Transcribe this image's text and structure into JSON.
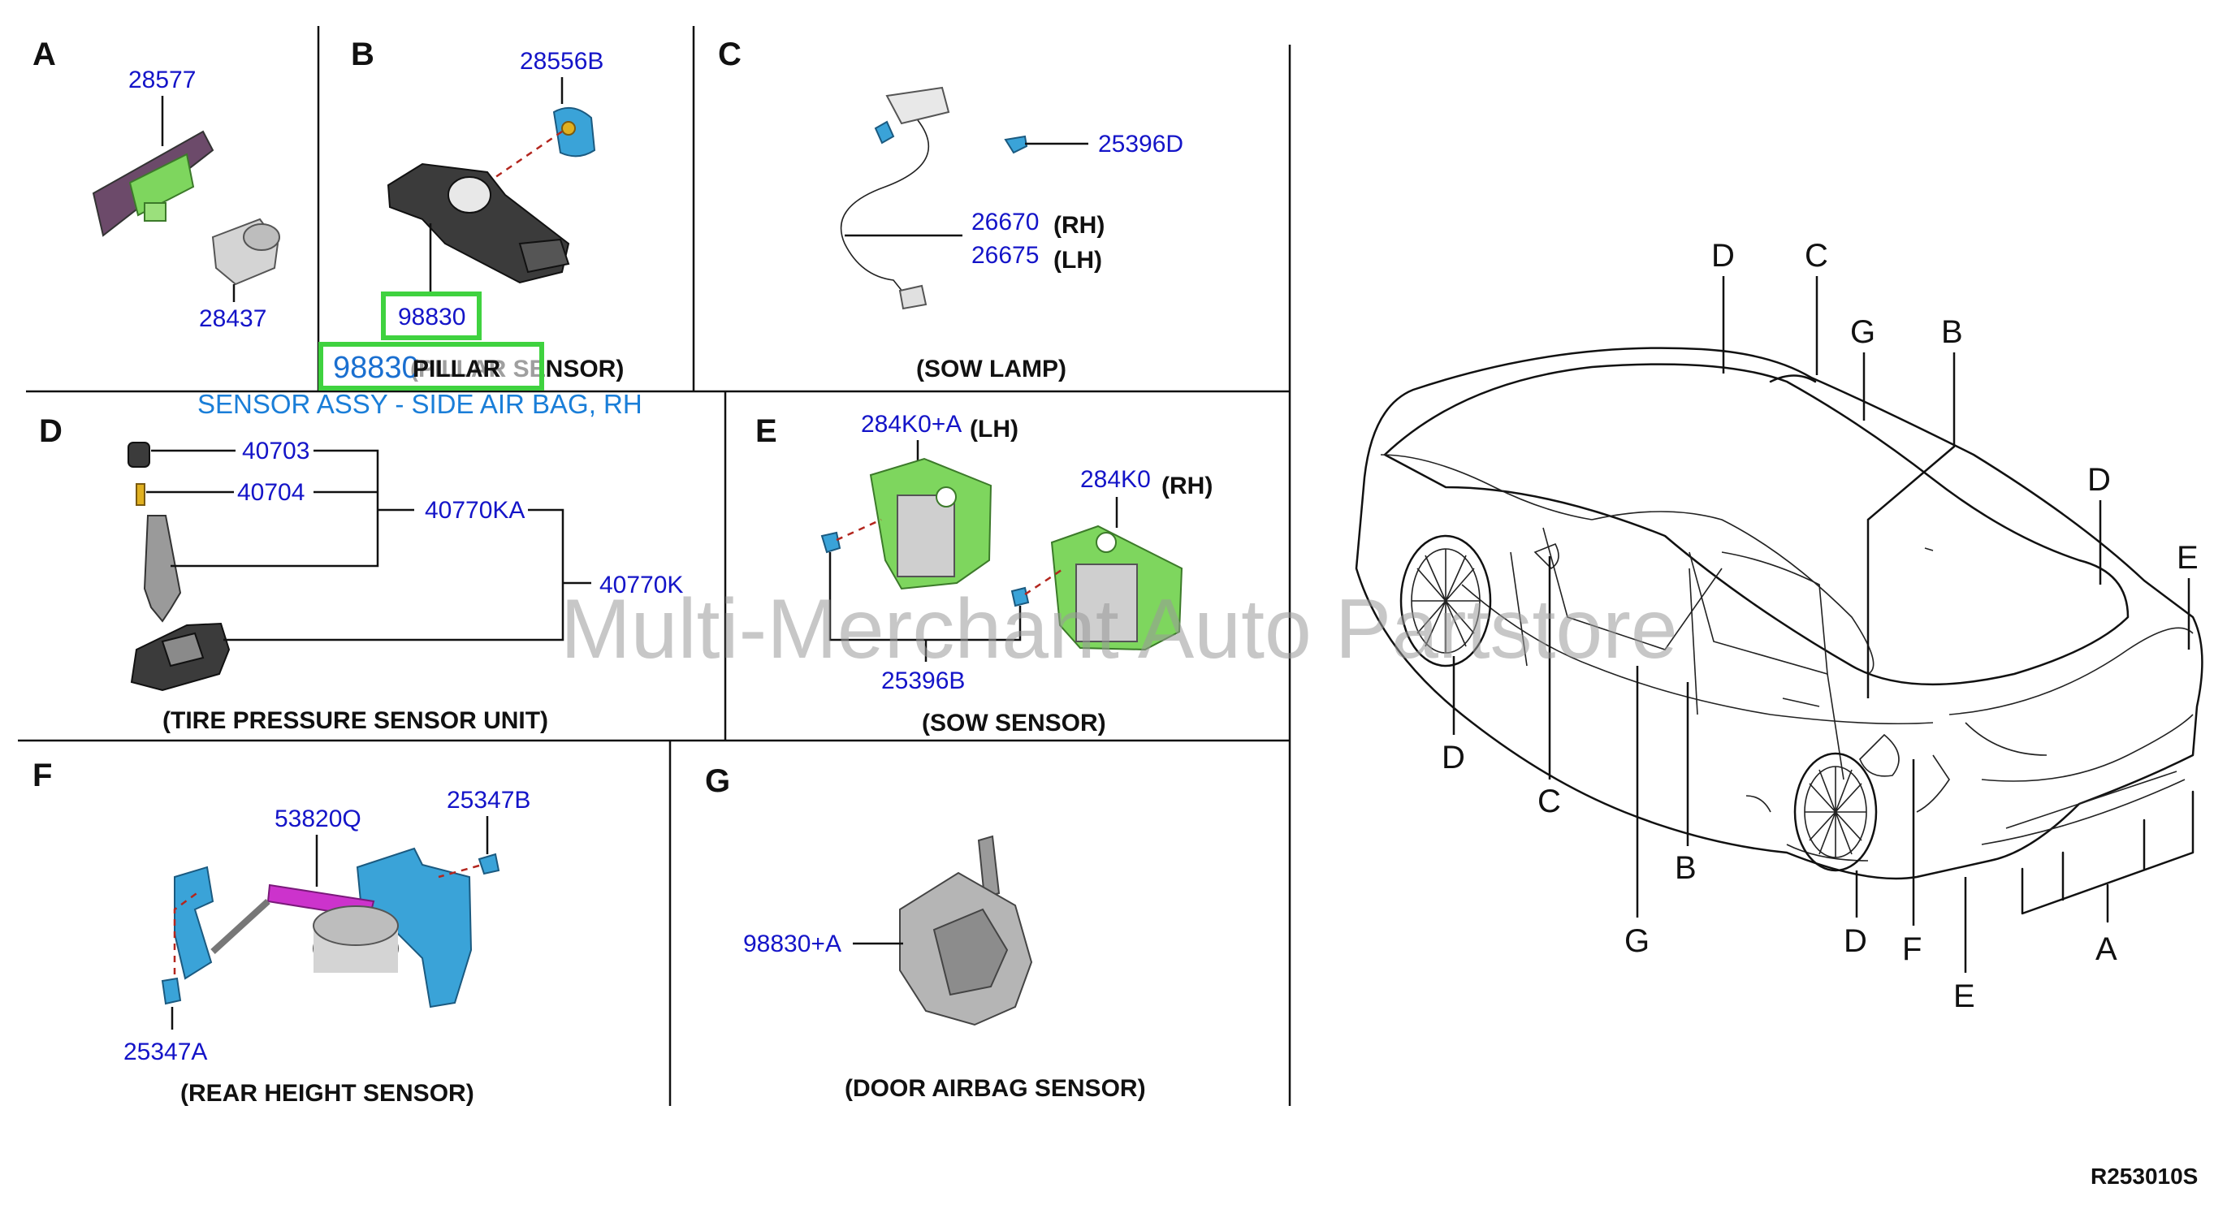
{
  "sections": {
    "A": {
      "letter": "A",
      "parts": [
        "28577",
        "28437"
      ]
    },
    "B": {
      "letter": "B",
      "parts": [
        "28556B",
        "98830"
      ],
      "caption": "(PILLAR SENSOR)"
    },
    "C": {
      "letter": "C",
      "parts": [
        "25396D",
        "26670",
        "26675"
      ],
      "sides": [
        "(RH)",
        "(LH)"
      ],
      "caption": "(SOW LAMP)"
    },
    "D": {
      "letter": "D",
      "parts": [
        "40703",
        "40704",
        "40770KA",
        "40770K"
      ],
      "caption": "(TIRE PRESSURE SENSOR UNIT)"
    },
    "E": {
      "letter": "E",
      "parts": [
        "284K0+A",
        "284K0",
        "25396B"
      ],
      "sides": [
        "(LH)",
        "(RH)"
      ],
      "caption": "(SOW SENSOR)"
    },
    "F": {
      "letter": "F",
      "parts": [
        "53820Q",
        "25347B",
        "25347A"
      ],
      "caption": "(REAR HEIGHT SENSOR)"
    },
    "G": {
      "letter": "G",
      "parts": [
        "98830+A"
      ],
      "caption": "(DOOR AIRBAG SENSOR)"
    }
  },
  "highlight": {
    "part_number": "98830",
    "label_number": "98830",
    "label_name": "PILLAR",
    "description": "SENSOR ASSY - SIDE AIR BAG, RH",
    "color": "#3fd23f"
  },
  "car_callouts": [
    "D",
    "C",
    "G",
    "B",
    "D",
    "E",
    "D",
    "C",
    "G",
    "B",
    "D",
    "F",
    "E",
    "A"
  ],
  "watermark": "Multi-Merchant Auto Partstore",
  "reference": "R253010S",
  "colors": {
    "part_number": "#1414c8",
    "part_green": "#7ed65e",
    "part_blue": "#3aa3d8",
    "part_magenta": "#cc33cc"
  }
}
